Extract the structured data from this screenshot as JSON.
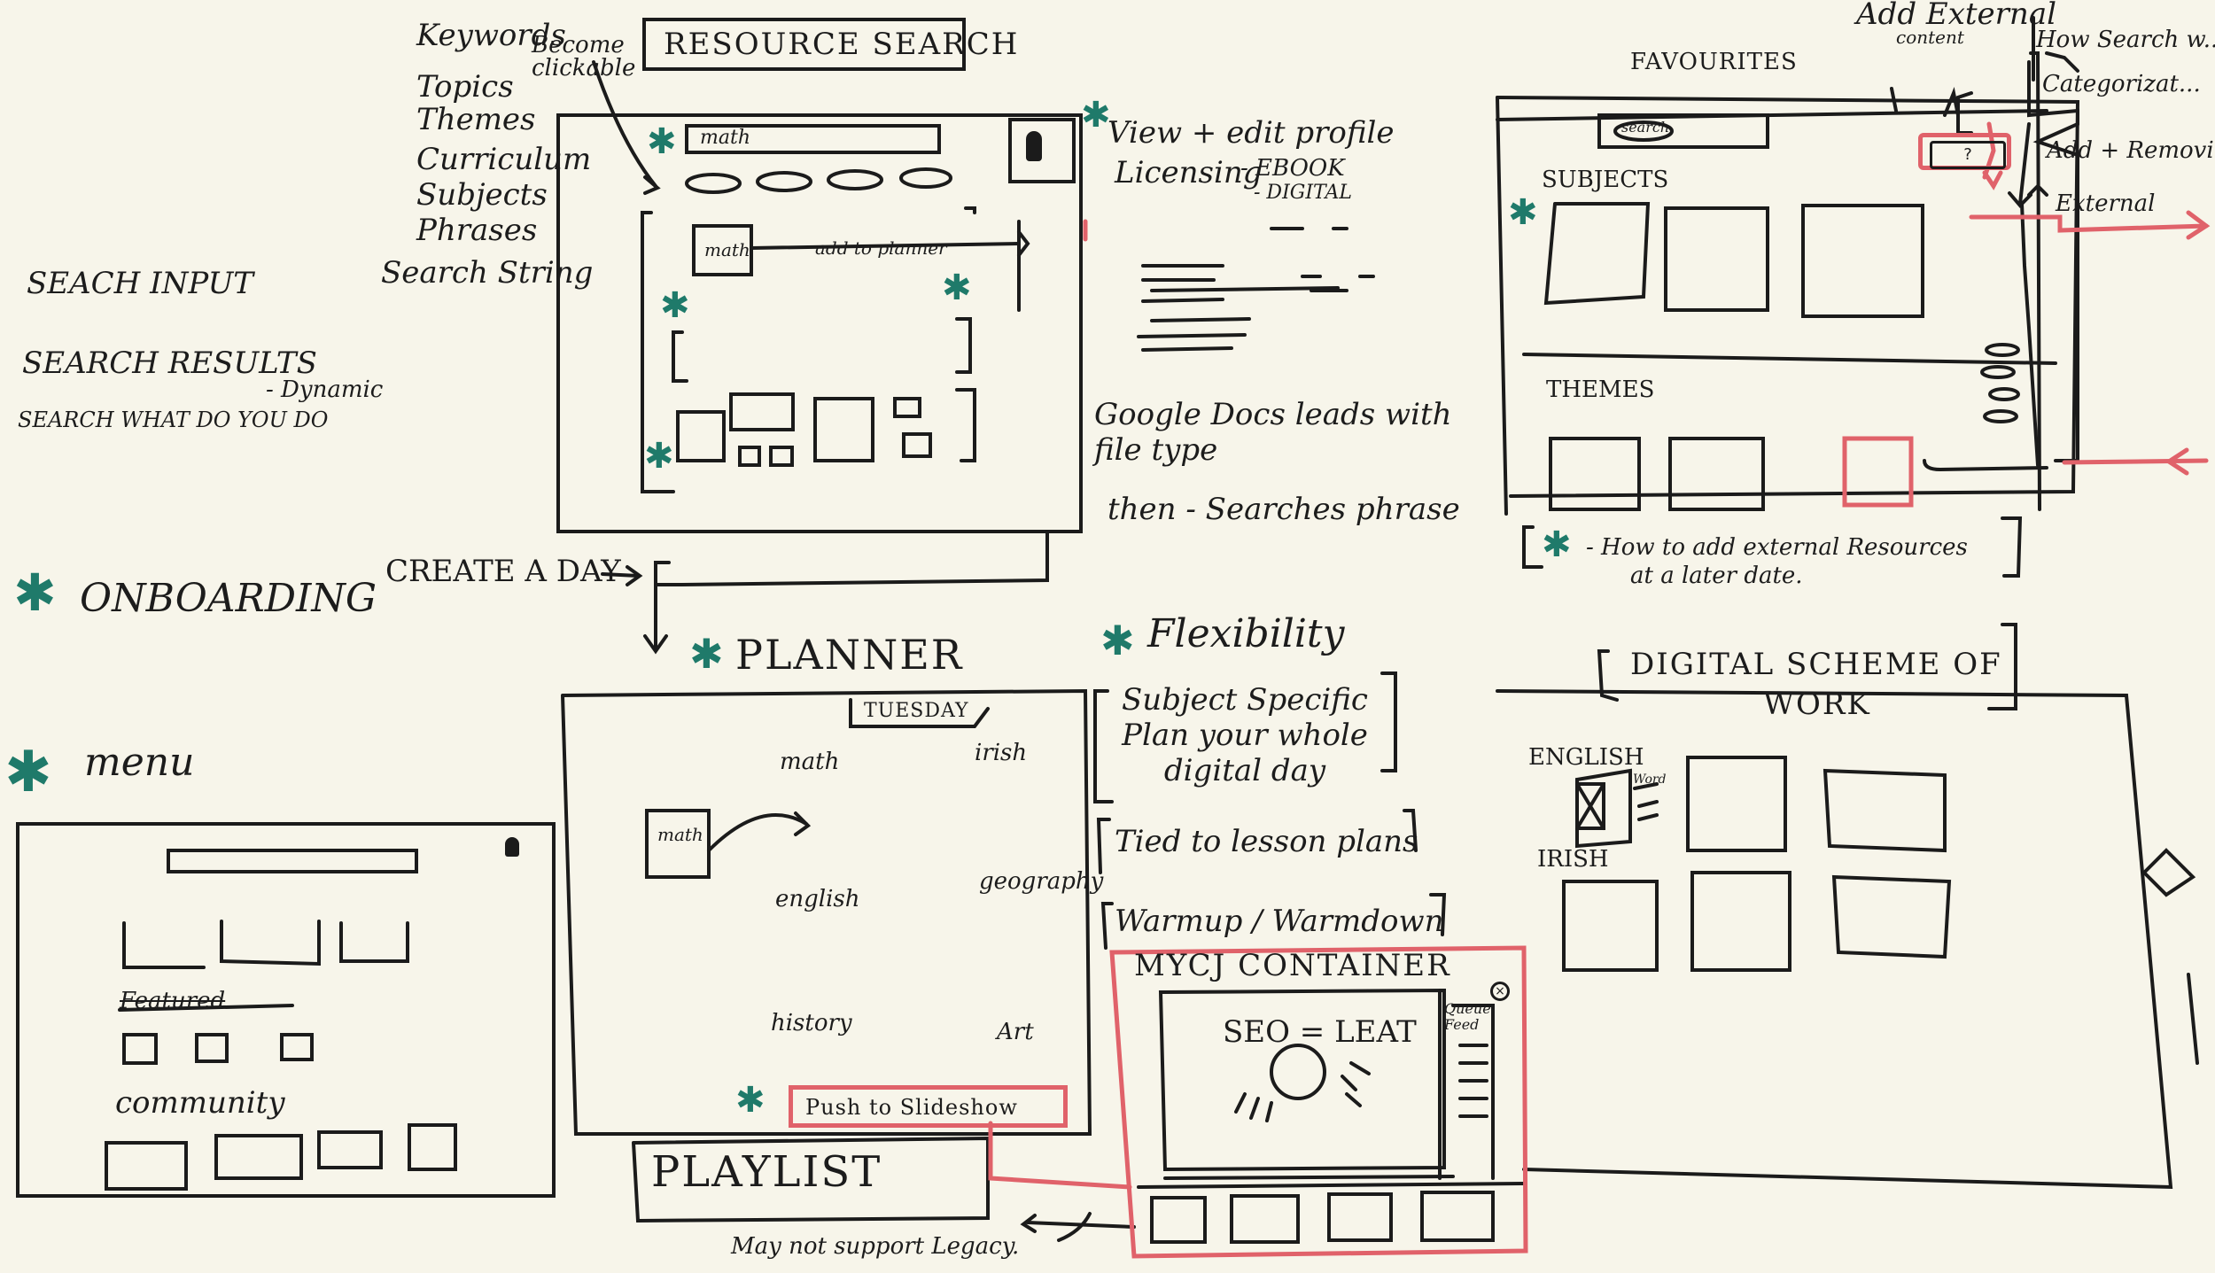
{
  "left_notes": {
    "search_input": "SEACH INPUT",
    "search_results": "SEARCH RESULTS",
    "dynamic": "- Dynamic",
    "search_what": "SEARCH WHAT DO YOU DO",
    "onboarding": "ONBOARDING",
    "menu": "menu"
  },
  "menu_sketch": {
    "section_label": "Featured",
    "community_label": "community"
  },
  "resource_search": {
    "title": "RESOURCE SEARCH",
    "keywords": [
      "Keywords",
      "Topics",
      "Themes",
      "Curriculum",
      "Subjects",
      "Phrases",
      "Search String"
    ],
    "become_clickable": "Become clickable",
    "search_text": "math",
    "tile_label": "math",
    "add_label": "add to planner"
  },
  "profile_notes": {
    "view_edit": "View + edit profile",
    "licensing": "Licensing",
    "ebook": "- EBOOK",
    "digital": "- DIGITAL",
    "google_docs": "Google Docs leads with file type",
    "then": "then - Searches phrase"
  },
  "favourites": {
    "title": "FAVOURITES",
    "add_external": "Add External",
    "content": "content",
    "subjects": "SUBJECTS",
    "themes": "THEMES",
    "search_chip": "search",
    "q_button": "?",
    "note_line1": "- How to add external Resources",
    "note_line2": "at a later date.",
    "right_notes": [
      "How Search w...",
      "Categorizat...",
      "Add + Removing",
      "External"
    ]
  },
  "planner": {
    "create_day": "CREATE A DAY",
    "title": "PLANNER",
    "day": "TUESDAY",
    "subjects": [
      "math",
      "irish",
      "english",
      "geography",
      "history",
      "Art"
    ],
    "tile": "math",
    "push_button": "Push to Slideshow",
    "playlist": "PLAYLIST",
    "legacy": "May not support Legacy."
  },
  "flexibility": {
    "title": "Flexibility",
    "subject_specific": "Subject Specific Plan your whole digital day",
    "tied": "Tied to lesson plans",
    "warmup": "Warmup / Warmdown"
  },
  "mycj": {
    "title": "MYCJ CONTAINER",
    "screen_text": "SEO = LEAT",
    "side_label": "Queue Feed"
  },
  "scheme": {
    "title_line1": "DIGITAL SCHEME OF",
    "title_line2": "WORK",
    "english": "ENGLISH",
    "irish": "IRISH",
    "tile_label": "Word"
  },
  "colors": {
    "ink": "#1b1b1b",
    "star": "#1f7a6a",
    "red": "#e0626a",
    "board": "#f7f5ea"
  }
}
